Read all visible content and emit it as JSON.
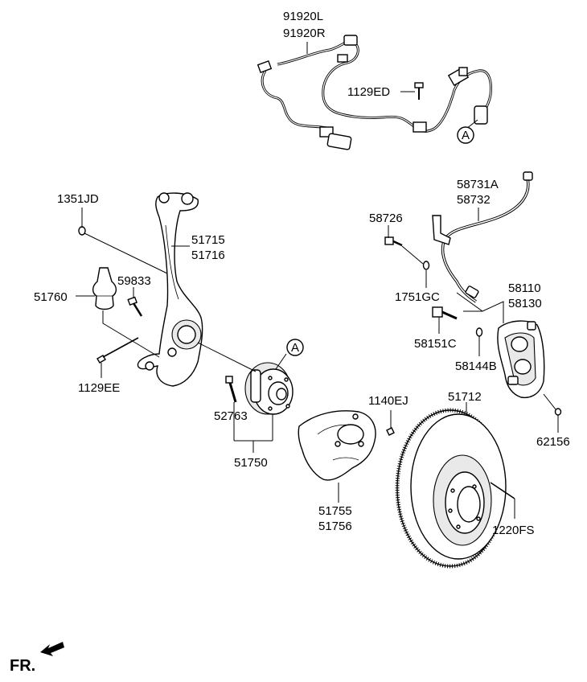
{
  "labels": {
    "p91920L": "91920L",
    "p91920R": "91920R",
    "p1129ED": "1129ED",
    "ref_a_top": "A",
    "p1351JD": "1351JD",
    "p51715": "51715",
    "p51716": "51716",
    "p59833": "59833",
    "p51760": "51760",
    "p1129EE": "1129EE",
    "ref_a_mid": "A",
    "p52763": "52763",
    "p51750": "51750",
    "p1140EJ": "1140EJ",
    "p51755": "51755",
    "p51756": "51756",
    "p51712": "51712",
    "p1220FS": "1220FS",
    "p58731A": "58731A",
    "p58732": "58732",
    "p58726": "58726",
    "p1751GC": "1751GC",
    "p58110": "58110",
    "p58130": "58130",
    "p58151C": "58151C",
    "p58144B": "58144B",
    "p62156": "62156"
  },
  "direction_marker": {
    "text": "FR."
  }
}
